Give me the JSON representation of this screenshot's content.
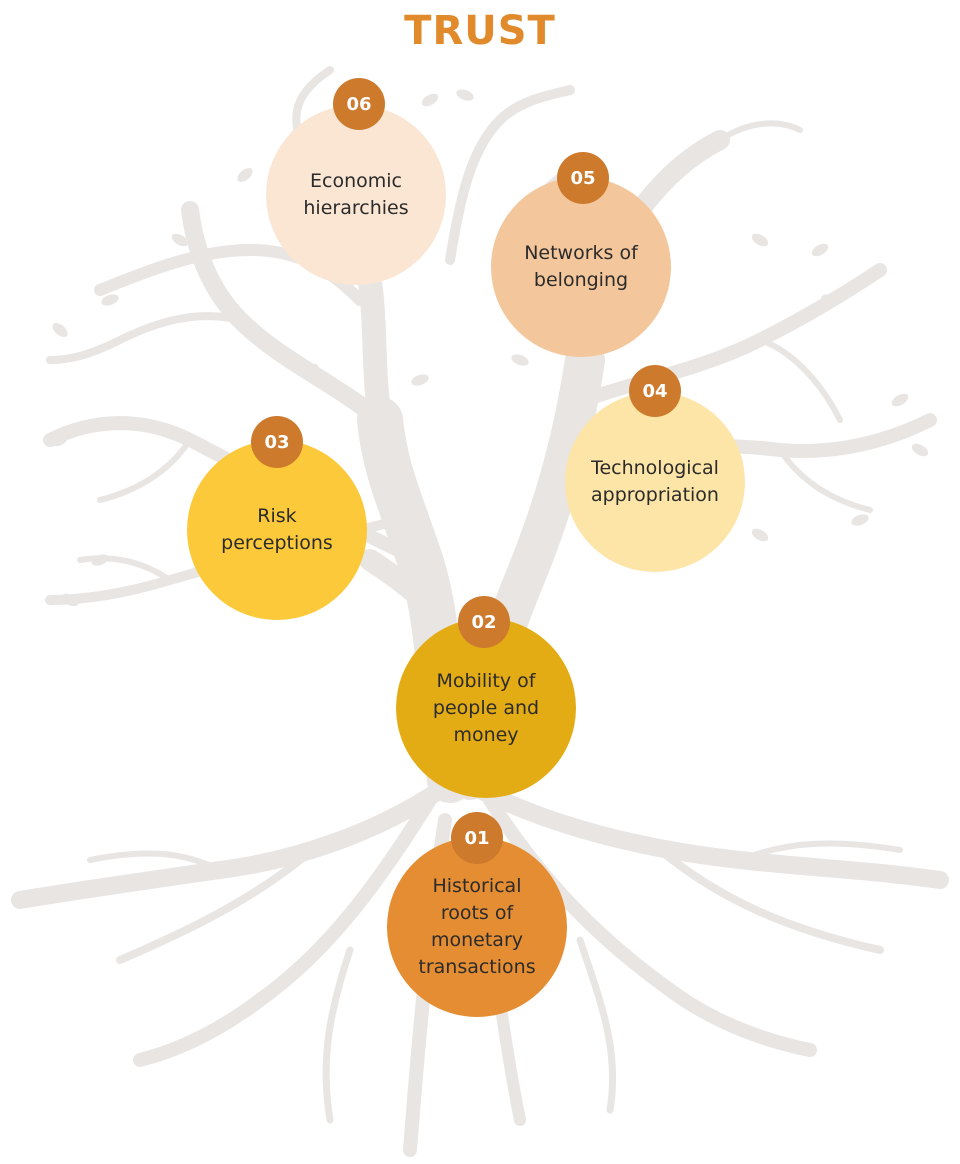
{
  "title": "TRUST",
  "nodes": [
    {
      "number": "01",
      "label": "Historical\nroots of\nmonetary\ntransactions",
      "color": "#e58d32"
    },
    {
      "number": "02",
      "label": "Mobility of\npeople and\nmoney",
      "color": "#e4ac14"
    },
    {
      "number": "03",
      "label": "Risk\nperceptions",
      "color": "#fcc93a"
    },
    {
      "number": "04",
      "label": "Technological\nappropriation",
      "color": "#fde5a8"
    },
    {
      "number": "05",
      "label": "Networks of\nbelonging",
      "color": "#f3c79b"
    },
    {
      "number": "06",
      "label": "Economic\nhierarchies",
      "color": "#fbe6d4"
    }
  ],
  "colors": {
    "title": "#e08a2c",
    "badge": "#cd7a2d",
    "tree": "#e8e5e2"
  }
}
